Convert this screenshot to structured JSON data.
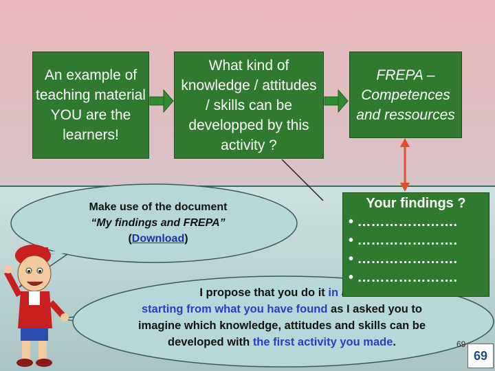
{
  "steps": [
    {
      "text": "An example of teaching material YOU are the learners!"
    },
    {
      "text": "What kind of knowledge / attitudes / skills can be developped by this activity ?"
    },
    {
      "text": "FREPA – Competences and ressources"
    }
  ],
  "doc_note": {
    "line1": "Make use of the document",
    "line2": "“My findings and FREPA”",
    "download_open": "(",
    "download_label": "Download",
    "download_close": ")"
  },
  "findings": {
    "title": "Your findings ?",
    "bullets": [
      "• ………………….",
      "• ………………….",
      "• ………………….",
      "• …………………."
    ]
  },
  "proposal": {
    "part1": "I propose that you do it",
    "part2": " in an a",
    "part3": "starting from what you have found",
    "part4": " as I asked you to imagine which knowledge, attitudes and skills can be developed with ",
    "part5": "the first activity you made",
    "part6": "."
  },
  "page_number_small": "69",
  "page_number": "69",
  "colors": {
    "box_green": "#2f7a2f",
    "arrow_green": "#2e8b2e",
    "link_blue": "#2a3fc0",
    "connector_red": "#e0502a"
  }
}
